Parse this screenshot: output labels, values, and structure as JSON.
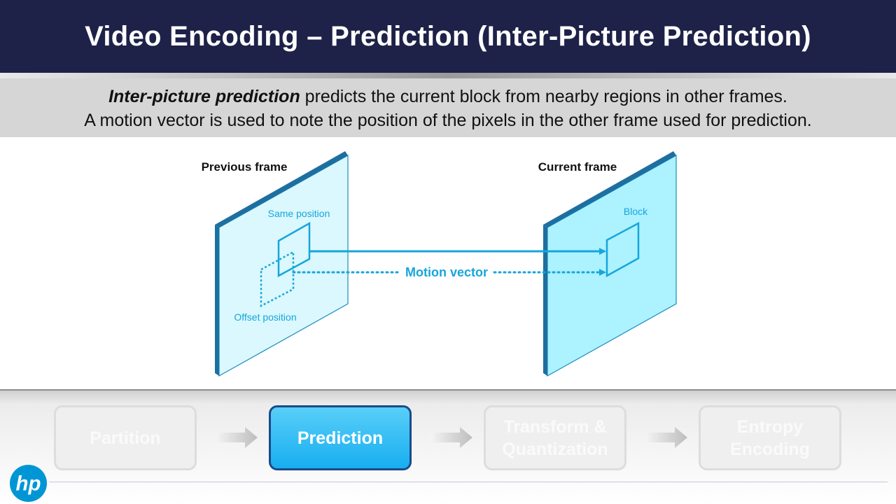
{
  "slide": {
    "title": "Video Encoding – Prediction (Inter-Picture Prediction)",
    "subtitle_bold": "Inter-picture prediction",
    "subtitle_rest": " predicts the current block from nearby regions in other frames.",
    "subtitle_line2": "A motion vector is used to note the position of the pixels in the other frame used for prediction."
  },
  "diagram": {
    "previous_frame_label": "Previous frame",
    "current_frame_label": "Current frame",
    "same_position_label": "Same position",
    "offset_position_label": "Offset position",
    "block_label": "Block",
    "motion_vector_label": "Motion vector"
  },
  "pipeline": {
    "steps": [
      {
        "line1": "Partition",
        "line2": "",
        "active": false
      },
      {
        "line1": "Prediction",
        "line2": "",
        "active": true
      },
      {
        "line1": "Transform &",
        "line2": "Quantization",
        "active": false
      },
      {
        "line1": "Entropy",
        "line2": "Encoding",
        "active": false
      }
    ]
  },
  "logo": {
    "text": "hp",
    "color": "#0096d6"
  },
  "colors": {
    "title_bg": "#1e2148",
    "frame_fill": "#b8f2ff",
    "accent": "#17a5dc",
    "active_step": "#18aef0"
  }
}
